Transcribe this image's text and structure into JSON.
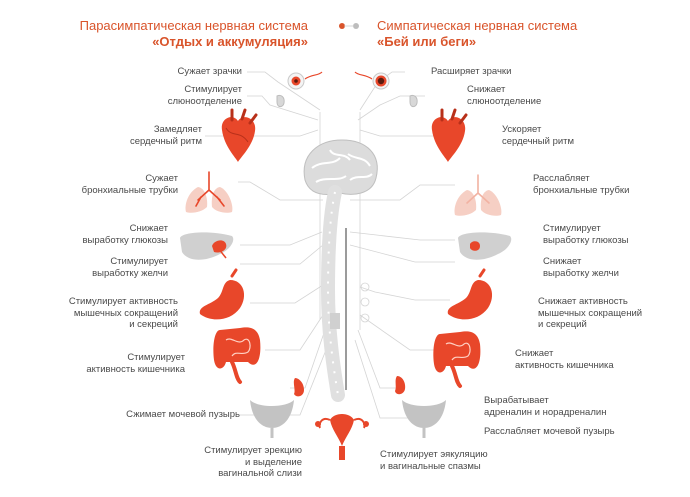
{
  "header": {
    "para_title": "Парасимпатическая нервная система",
    "para_sub": "«Отдых и аккумуляция»",
    "symp_title": "Симпатическая нервная система",
    "symp_sub": "«Бей или беги»"
  },
  "left": {
    "pupils": "Сужает зрачки",
    "saliva": [
      "Стимулирует",
      "слюноотделение"
    ],
    "heart": [
      "Замедляет",
      "сердечный ритм"
    ],
    "lungs": [
      "Сужает",
      "бронхиальные трубки"
    ],
    "glucose": [
      "Снижает",
      "выработку глюкозы"
    ],
    "bile": [
      "Стимулирует",
      "выработку желчи"
    ],
    "stomach": [
      "Стимулирует активность",
      "мышечных сокращений",
      "и секреций"
    ],
    "intestine": [
      "Стимулирует",
      "активность кишечника"
    ],
    "bladder": "Сжимает мочевой пузырь",
    "genital": [
      "Стимулирует эрекцию",
      "и выделение",
      "вагинальной слизи"
    ]
  },
  "right": {
    "pupils": "Расширяет зрачки",
    "saliva": [
      "Снижает",
      "слюноотделение"
    ],
    "heart": [
      "Ускоряет",
      "сердечный ритм"
    ],
    "lungs": [
      "Расслабляет",
      "бронхиальные трубки"
    ],
    "glucose": [
      "Стимулирует",
      "выработку глюкозы"
    ],
    "bile": [
      "Снижает",
      "выработку желчи"
    ],
    "stomach": [
      "Снижает активность",
      "мышечных сокращений",
      "и секреций"
    ],
    "intestine": [
      "Снижает",
      "активность кишечника"
    ],
    "adrenal": [
      "Вырабатывает",
      "адреналин и норадреналин"
    ],
    "bladder": "Расслабляет мочевой пузырь",
    "genital": [
      "Стимулирует эякуляцию",
      "и вагинальные спазмы"
    ]
  },
  "colors": {
    "accent": "#d9542b",
    "organ_red": "#e8472a",
    "organ_dark": "#b8301a",
    "lung_pink": "#f6cfc4",
    "gray": "#bdbdbd",
    "line": "#d4d4d4"
  }
}
